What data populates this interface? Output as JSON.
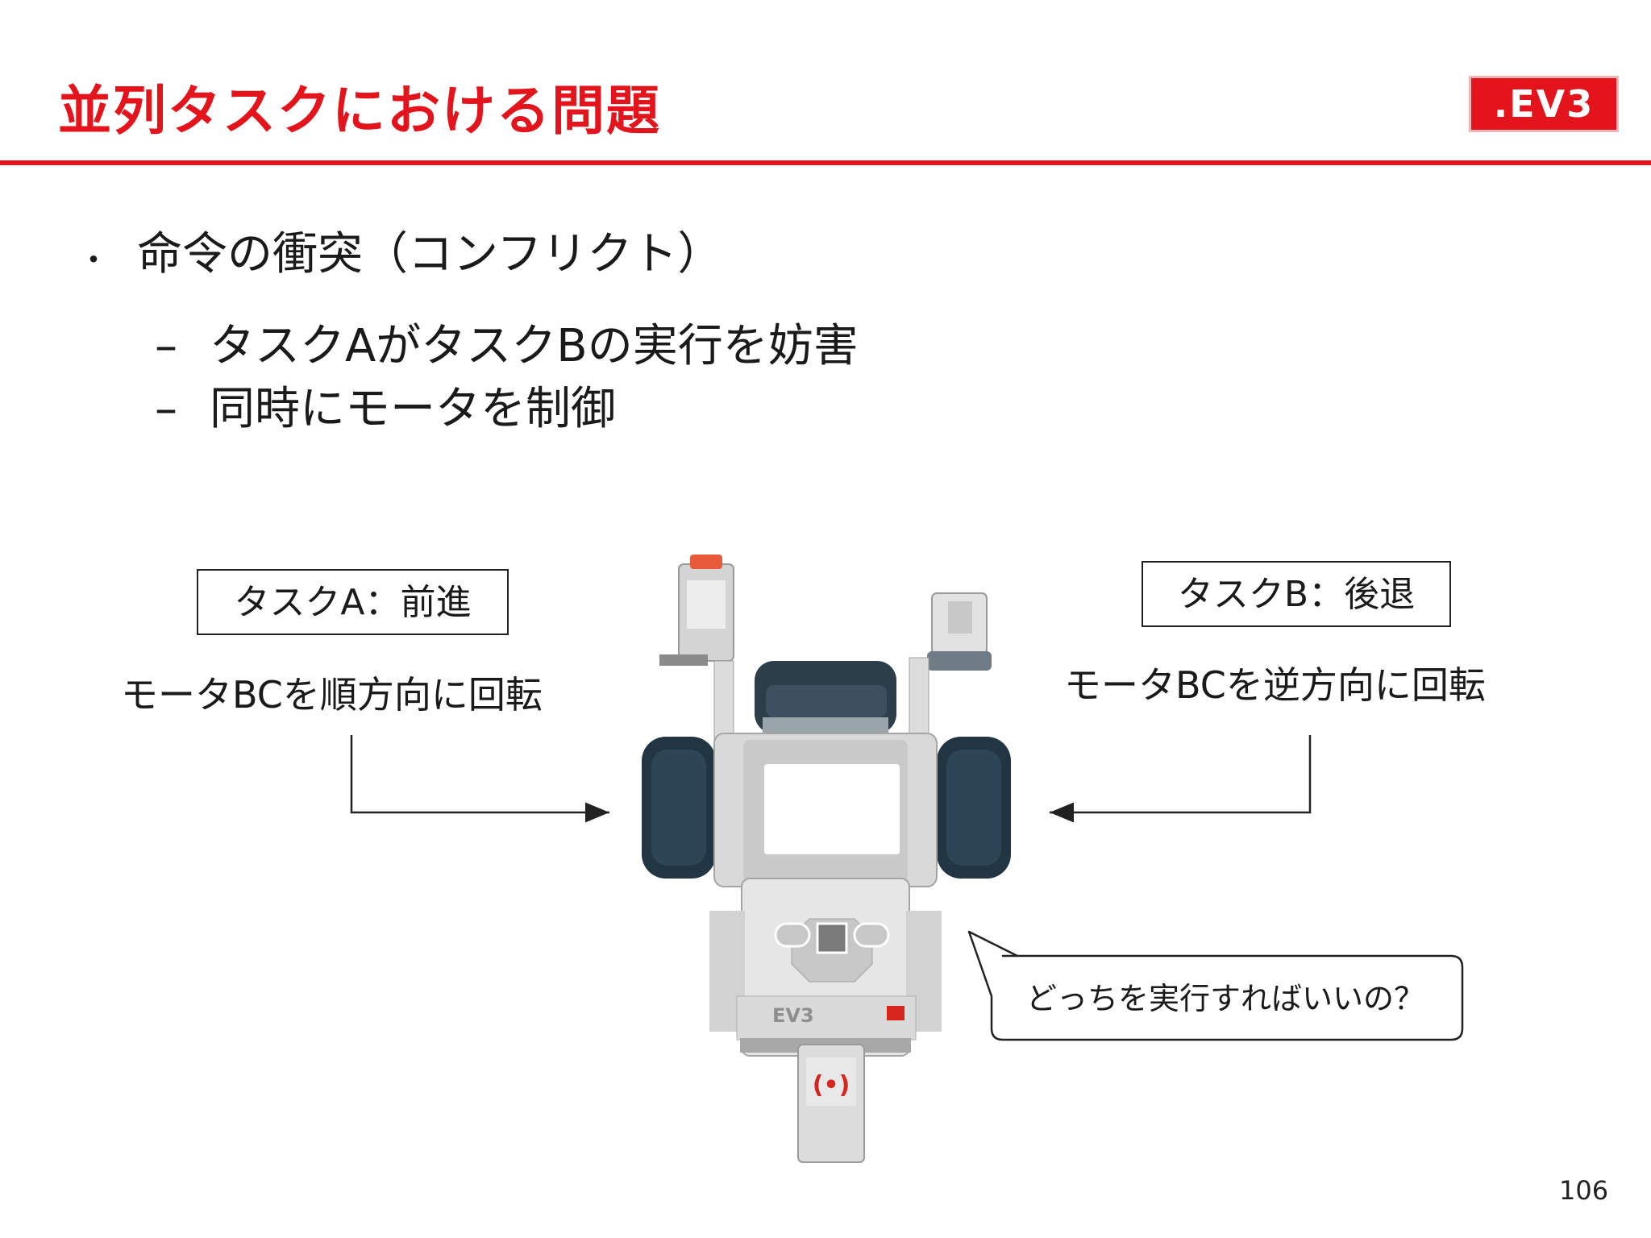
{
  "slide": {
    "title": "並列タスクにおける問題",
    "logo": ".EV3",
    "bullet": {
      "marker": "・",
      "text": "命令の衝突（コンフリクト）"
    },
    "sub_items": [
      {
        "dash": "–",
        "text": "タスクAがタスクBの実行を妨害"
      },
      {
        "dash": "–",
        "text": "同時にモータを制御"
      }
    ],
    "task_a": {
      "label": "タスクA：前進",
      "description": "モータBCを順方向に回転"
    },
    "task_b": {
      "label": "タスクB：後退",
      "description": "モータBCを逆方向に回転"
    },
    "robot": {
      "brick_label": "EV3",
      "sensor_mark": "(•)"
    },
    "speech_bubble": "どっちを実行すればいいの？",
    "page_number": "106"
  },
  "colors": {
    "accent": "#e3141b",
    "text": "#1a1a1a",
    "robot_dark": "#2c3e4a",
    "robot_light": "#e6e6e6"
  }
}
